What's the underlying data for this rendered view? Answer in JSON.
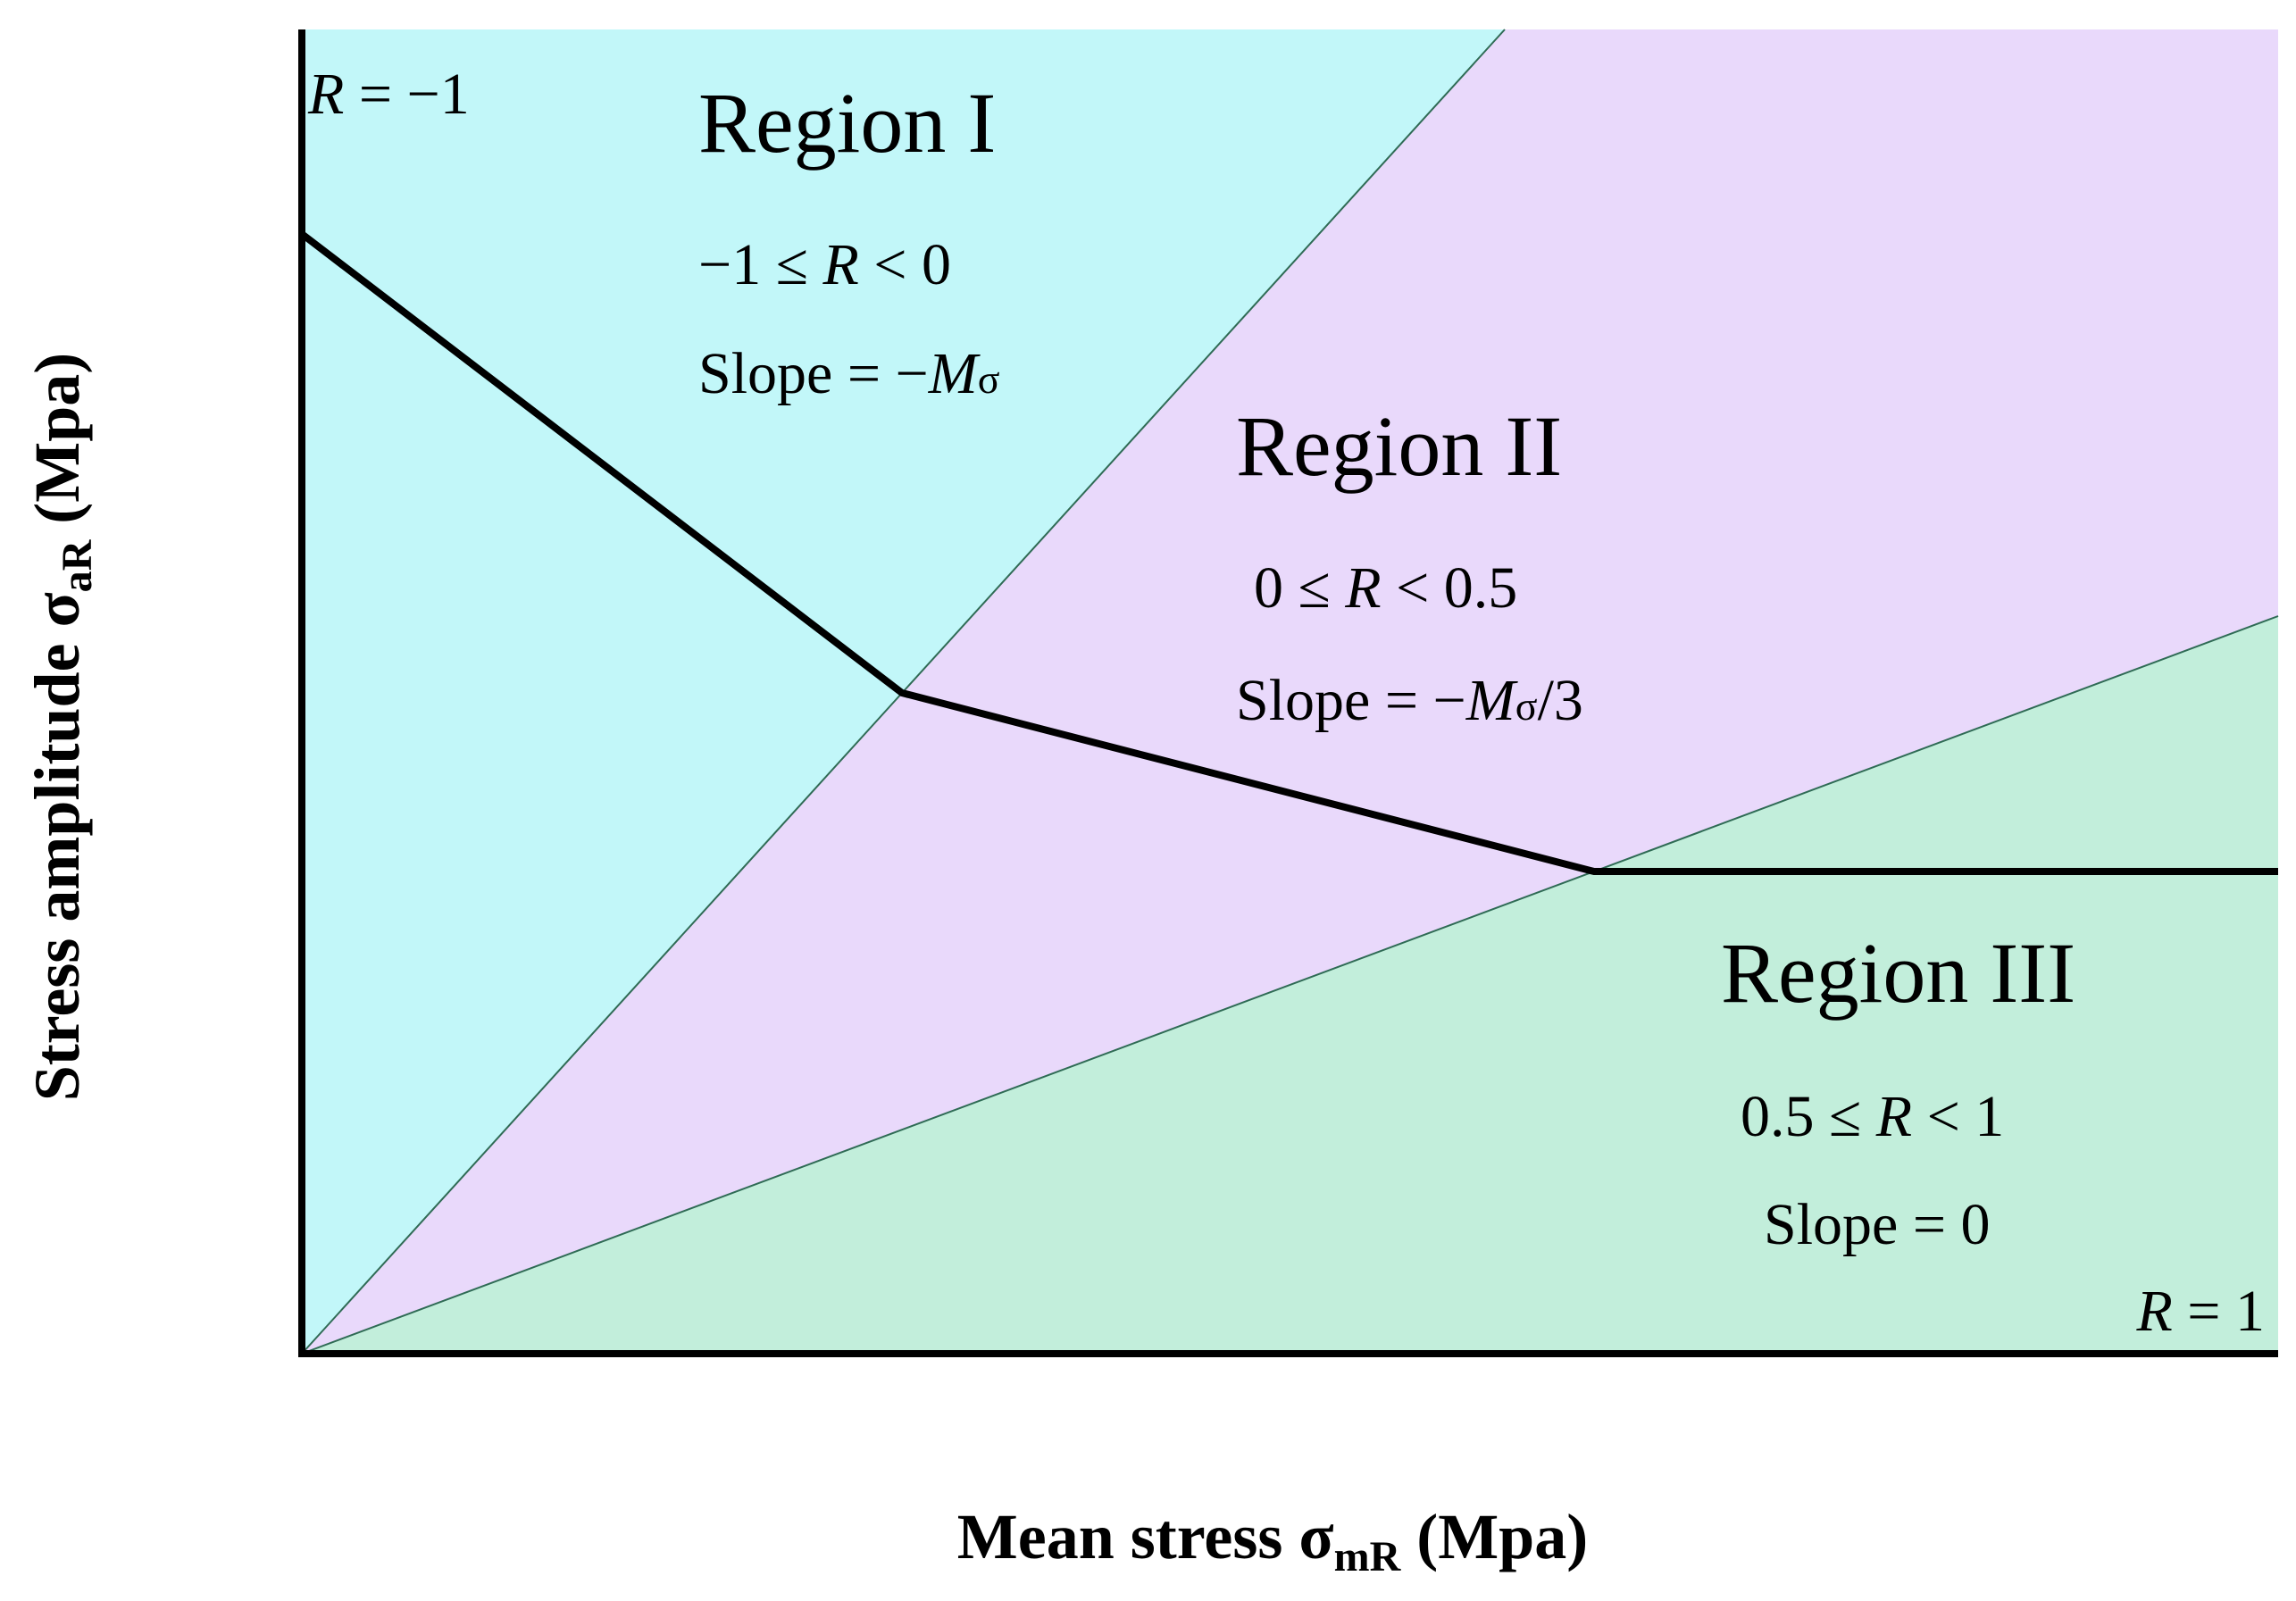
{
  "colors": {
    "region_1_fill": "#C2F7F9",
    "region_2_fill": "#E9D9FB",
    "region_3_fill": "#C2EEDB",
    "boundary_line": "#2F6B55",
    "curve": "#000000",
    "axis": "#000000"
  },
  "axes": {
    "x_title_main": "Mean stress σ",
    "x_title_sub": "mR",
    "x_title_unit": " (Mpa)",
    "y_title_main": "Stress amplitude σ",
    "y_title_sub": "aR",
    "y_title_unit": " (Mpa)"
  },
  "boundaries": {
    "top_left": {
      "var": "R",
      "rel": " = −1"
    },
    "bottom_right": {
      "var": "R",
      "rel": " = 1"
    }
  },
  "regions": [
    {
      "title": "Region I",
      "range": {
        "pre": "−1 ≤ ",
        "var": "R",
        "post": " < 0"
      },
      "slope": {
        "pre": "Slope = −",
        "var": "M",
        "sub": "σ",
        "post": ""
      }
    },
    {
      "title": "Region II",
      "range": {
        "pre": "0 ≤ ",
        "var": "R",
        "post": " < 0.5"
      },
      "slope": {
        "pre": "Slope = −",
        "var": "M",
        "sub": "σ",
        "post": "/3"
      }
    },
    {
      "title": "Region III",
      "range": {
        "pre": "0.5 ≤ ",
        "var": "R",
        "post": " < 1"
      },
      "slope": {
        "pre": "Slope = 0",
        "var": "",
        "sub": "",
        "post": ""
      }
    }
  ]
}
